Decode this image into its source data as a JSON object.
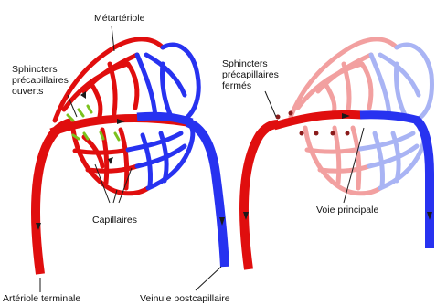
{
  "labels": {
    "metarteriole": "Métartériole",
    "sphincters_open": [
      "Sphincters",
      "précapillaires",
      "ouverts"
    ],
    "sphincters_closed": [
      "Sphincters",
      "précapillaires",
      "fermés"
    ],
    "capillaries": "Capillaires",
    "main_pathway": "Voie principale",
    "terminal_arteriole": "Artériole terminale",
    "postcapillary_venule": "Veinule postcapillaire"
  },
  "colors": {
    "artery": "#e00e0e",
    "vein": "#2732f0",
    "artery_faded": "#f2a0a0",
    "vein_faded": "#a9b4f4",
    "sphincter_open": "#7cc11e",
    "sphincter_closed": "#8a1b1b",
    "arrow": "#1a1a1a"
  }
}
